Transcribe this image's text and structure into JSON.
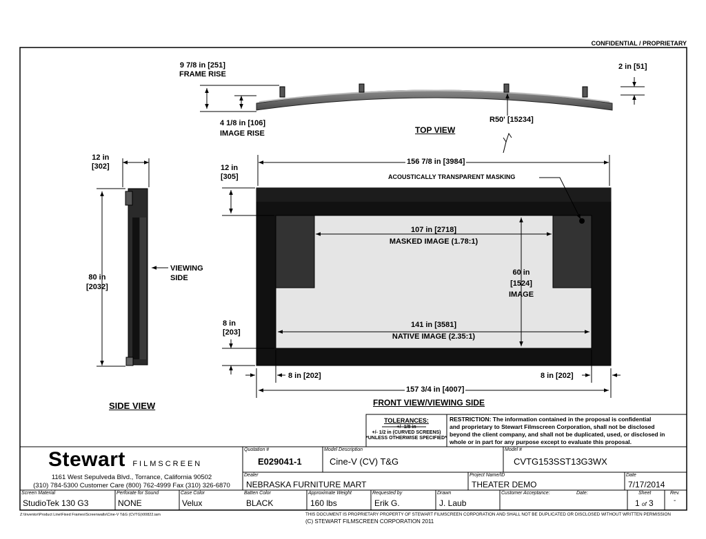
{
  "header": {
    "confidential": "CONFIDENTIAL / PROPRIETARY"
  },
  "views": {
    "top": "TOP VIEW",
    "side": "SIDE VIEW",
    "front": "FRONT VIEW/VIEWING SIDE"
  },
  "dimensions": {
    "frame_rise_1": "9 7/8 in [251]",
    "frame_rise_2": "FRAME RISE",
    "image_rise_1": "4 1/8 in [106]",
    "image_rise_2": "IMAGE RISE",
    "top_right": "2 in [51]",
    "radius": "R50' [15234]",
    "side_depth_1": "12 in",
    "side_depth_2": "[302]",
    "side_height_1": "80 in",
    "side_height_2": "[2032]",
    "viewing_side_1": "VIEWING",
    "viewing_side_2": "SIDE",
    "top_border_1": "12 in",
    "top_border_2": "[305]",
    "bottom_border_1": "8 in",
    "bottom_border_2": "[203]",
    "overall_top_width": "156 7/8 in [3984]",
    "masking": "ACOUSTICALLY TRANSPARENT MASKING",
    "masked_1": "107 in [2718]",
    "masked_2": "MASKED IMAGE (1.78:1)",
    "image_h_1": "60 in",
    "image_h_2": "[1524]",
    "image_h_3": "IMAGE",
    "native_1": "141 in [3581]",
    "native_2": "NATIVE IMAGE (2.35:1)",
    "left_border": "8 in [202]",
    "right_border": "8 in [202]",
    "overall_width": "157 3/4 in [4007]"
  },
  "tolerances": {
    "title": "TOLERANCES:",
    "line1": "+/- 1/8 in",
    "line2": "+/- 1/2 in (CURVED SCREENS)",
    "line3": "*UNLESS OTHERWISE SPECIFIED*"
  },
  "restriction": {
    "l1": "RESTRICTION: The information contained in the proposal is confidential",
    "l2": "and proprietary to Stewart Filmscreen Corporation, shall not be disclosed",
    "l3": "beyond the client company, and shall not be duplicated, used, or disclosed in",
    "l4": "whole or in part for any purpose except to evaluate this proposal."
  },
  "company": {
    "name": "Stewart",
    "sub": "FILMSCREEN",
    "address": "1161 West Sepulveda Blvd., Torrance, California 90502",
    "phone": "(310) 784-5300 Customer Care (800) 762-4999 Fax (310) 326-6870"
  },
  "titleblock": {
    "quotation_label": "Quotation #",
    "quotation": "E029041-1",
    "model_desc_label": "Model Description",
    "model_desc": "Cine-V (CV) T&G",
    "model_label": "Model #",
    "model": "CVTG153SST13G3WX",
    "dealer_label": "Dealer",
    "dealer": "NEBRASKA FURNITURE MART",
    "project_label": "Project Name/ID",
    "project": "THEATER DEMO",
    "date_label": "Date",
    "date": "7/17/2014",
    "material_label": "Screen Material",
    "material": "StudioTek 130 G3",
    "perforate_label": "Perforate for Sound",
    "perforate": "NONE",
    "case_label": "Case Color",
    "case": "Velux",
    "batten_label": "Batten Color",
    "batten": "BLACK",
    "weight_label": "Approximate Weight",
    "weight": "160 lbs",
    "requested_label": "Requested by",
    "requested": "Erik G.",
    "drawn_label": "Drawn",
    "drawn": "J. Laub",
    "acceptance_label": "Customer Acceptance:",
    "acc_date_label": "Date:",
    "sheet_label": "Sheet",
    "sheet_num": "1",
    "sheet_of": "of",
    "sheet_total": "3",
    "rev_label": "Rev.",
    "rev": "-"
  },
  "footer": {
    "path": "Z:\\Inventor\\Product Line\\Fixed Frames\\Screenwalls\\Cine-V T&G (CVTG)\\00822.iam",
    "notice": "THIS DOCUMENT IS PROPRIETARY PROPERTY OF STEWART FILMSCREEN CORPORATION AND SHALL NOT BE DUPLICATED OR DISCLOSED WITHOUT WRITTEN PERMISSION",
    "copyright": "(C) STEWART FILMSCREEN CORPORATION 2011"
  }
}
